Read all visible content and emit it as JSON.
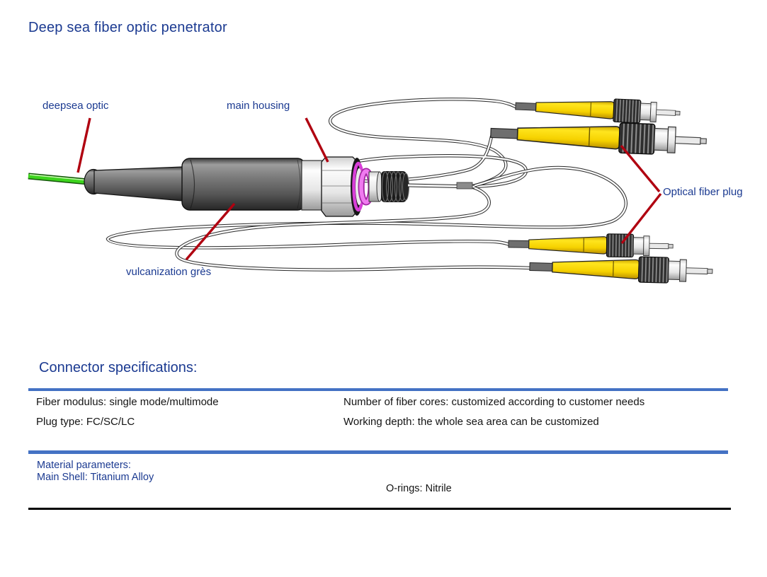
{
  "page": {
    "title": "Deep sea fiber optic penetrator"
  },
  "diagram": {
    "labels": {
      "deepsea_optic": "deepsea optic",
      "main_housing": "main housing",
      "vulcanization_gres": "vulcanization grès",
      "optical_fiber_plug": "Optical fiber plug"
    },
    "parts": [
      "green deepsea optic cable",
      "rubber boot",
      "vulcanized body",
      "main housing nut",
      "magenta o-rings",
      "threaded stud",
      "four yellow fiber plugs"
    ]
  },
  "specs": {
    "heading": "Connector specifications:",
    "left": [
      "Fiber modulus: single mode/multimode",
      "Plug type: FC/SC/LC"
    ],
    "right": [
      "Number of fiber cores: customized according to customer needs",
      "Working depth: the whole sea area can be customized"
    ]
  },
  "materials": {
    "heading": "Material parameters:",
    "main_shell": "Main Shell: Titanium Alloy",
    "o_rings": "O-rings: Nitrile"
  },
  "colors": {
    "heading_blue": "#1b3a91",
    "rule_blue": "#4472c4",
    "leader_red": "#b00010",
    "cable_green": "#3dd41d",
    "plug_yellow": "#ffd800",
    "o_ring_magenta": "#e060e0",
    "body_text": "#141414"
  }
}
